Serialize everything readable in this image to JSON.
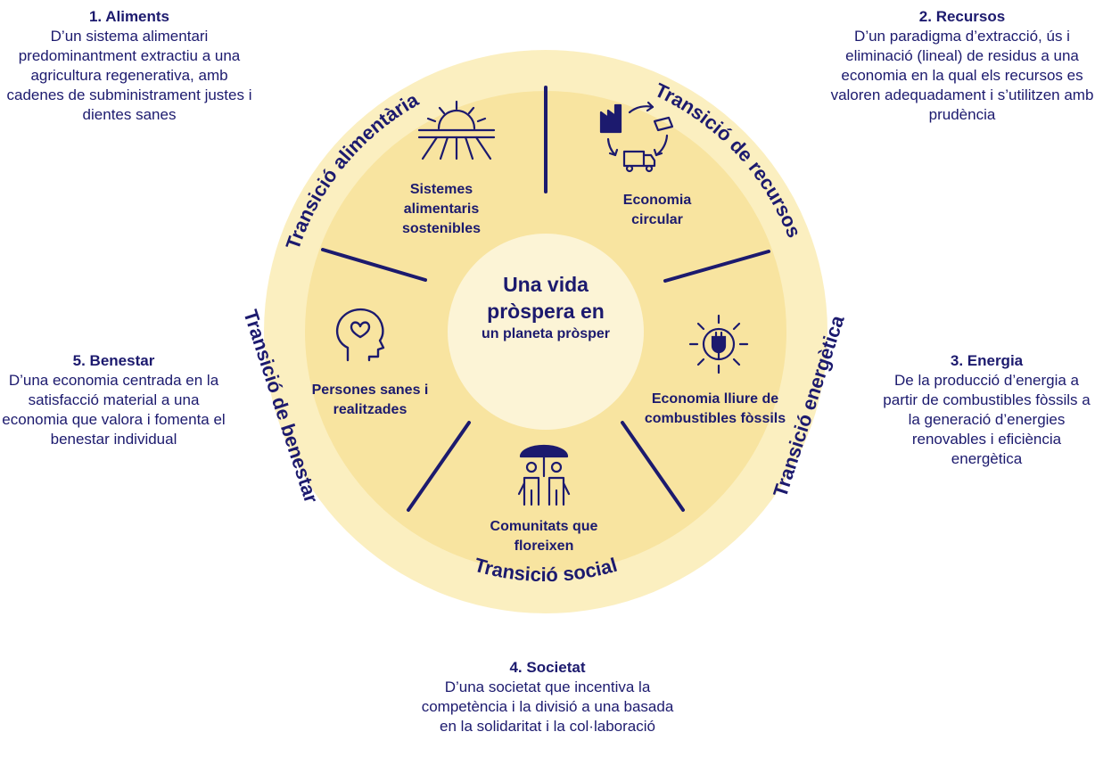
{
  "corners": {
    "c1": {
      "title": "1. Aliments",
      "text": "D’un sistema alimentari predominantment extractiu a una agricultura regenerativa, amb cadenes de subministrament justes i dientes sanes"
    },
    "c2": {
      "title": "2. Recursos",
      "text": "D’un paradigma d’extracció, ús i eliminació (lineal) de residus a una economia en la qual els recursos es valoren adequadament i s’utilitzen amb prudència"
    },
    "c3": {
      "title": "3. Energia",
      "text": "De la producció d’energia a partir de combustibles fòssils a la generació d’energies renovables i eficiència energètica"
    },
    "c4": {
      "title": "4. Societat",
      "text": "D’una societat que incentiva la competència i la divisió a una basada en la solidaritat i la col·laboració"
    },
    "c5": {
      "title": "5. Benestar",
      "text": "D’una economia centrada en la satisfacció material a una economia que valora i fomenta el benestar individual"
    }
  },
  "ring_labels": {
    "food": "Transició alimentària",
    "resources": "Transició de recursos",
    "energy": "Transició energètica",
    "social": "Transició social",
    "wellbeing": "Transició de benestar"
  },
  "segments": {
    "food": "Sistemes alimentaris sostenibles",
    "circular": "Economia circular",
    "energy": "Economia lliure de combustibles fòssils",
    "communities": "Comunitats que floreixen",
    "people": "Persones sanes i realitzades"
  },
  "center": {
    "line1": "Una vida",
    "line2": "pròspera en",
    "line3": "un planeta pròsper"
  },
  "colors": {
    "navy": "#1c1a6e",
    "outer_ring": "#fbefc0",
    "inner_ring": "#f8e4a0",
    "center": "#fcf4d6"
  },
  "icons": [
    "sunrise-field-icon",
    "circular-economy-icon",
    "lightbulb-plug-icon",
    "people-umbrella-icon",
    "head-heart-icon"
  ]
}
